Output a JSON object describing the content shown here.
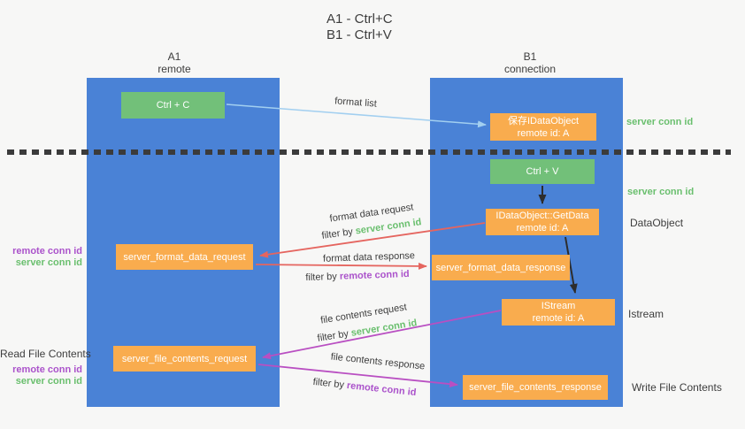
{
  "title": {
    "line1": "A1 - Ctrl+C",
    "line2": "B1 - Ctrl+V"
  },
  "columns": {
    "a": {
      "name": "A1",
      "subtitle": "remote"
    },
    "b": {
      "name": "B1",
      "subtitle": "connection"
    }
  },
  "nodes": {
    "ctrl_c": {
      "label": "Ctrl + C"
    },
    "save_idataobject": {
      "line1": "保存IDataObject",
      "line2": "remote id: A"
    },
    "ctrl_v": {
      "label": "Ctrl + V"
    },
    "getdata": {
      "line1": "IDataObject::GetData",
      "line2": "remote id: A"
    },
    "server_format_data_request": {
      "label": "server_format_data_request"
    },
    "server_format_data_response": {
      "label": "server_format_data_response"
    },
    "istream": {
      "line1": "IStream",
      "line2": "remote id: A"
    },
    "server_file_contents_request": {
      "label": "server_file_contents_request"
    },
    "server_file_contents_response": {
      "label": "server_file_contents_response"
    }
  },
  "arrow_labels": {
    "format_list": "format list",
    "format_data_request": "format data request",
    "format_data_response": "format data response",
    "file_contents_request": "file contents request",
    "file_contents_response": "file contents response",
    "filter_by": "filter by "
  },
  "terms": {
    "server_conn_id": "server conn id",
    "remote_conn_id": "remote conn id"
  },
  "side_labels": {
    "dataobject": "DataObject",
    "istream": "Istream",
    "write_file_contents": "Write File Contents",
    "read_file_contents": "Read File Contents"
  },
  "colors": {
    "column_blue": "#4a82d6",
    "box_green": "#72c079",
    "box_orange": "#f9ac4e",
    "arrow_light_blue": "#a2cff0",
    "arrow_red": "#e5655f",
    "arrow_magenta": "#b94fc2",
    "arrow_black": "#2d2d2d",
    "text_green": "#6abf6e",
    "text_purple": "#ab53cb",
    "text_dark": "#3d3d3d",
    "background": "#f7f7f6"
  }
}
